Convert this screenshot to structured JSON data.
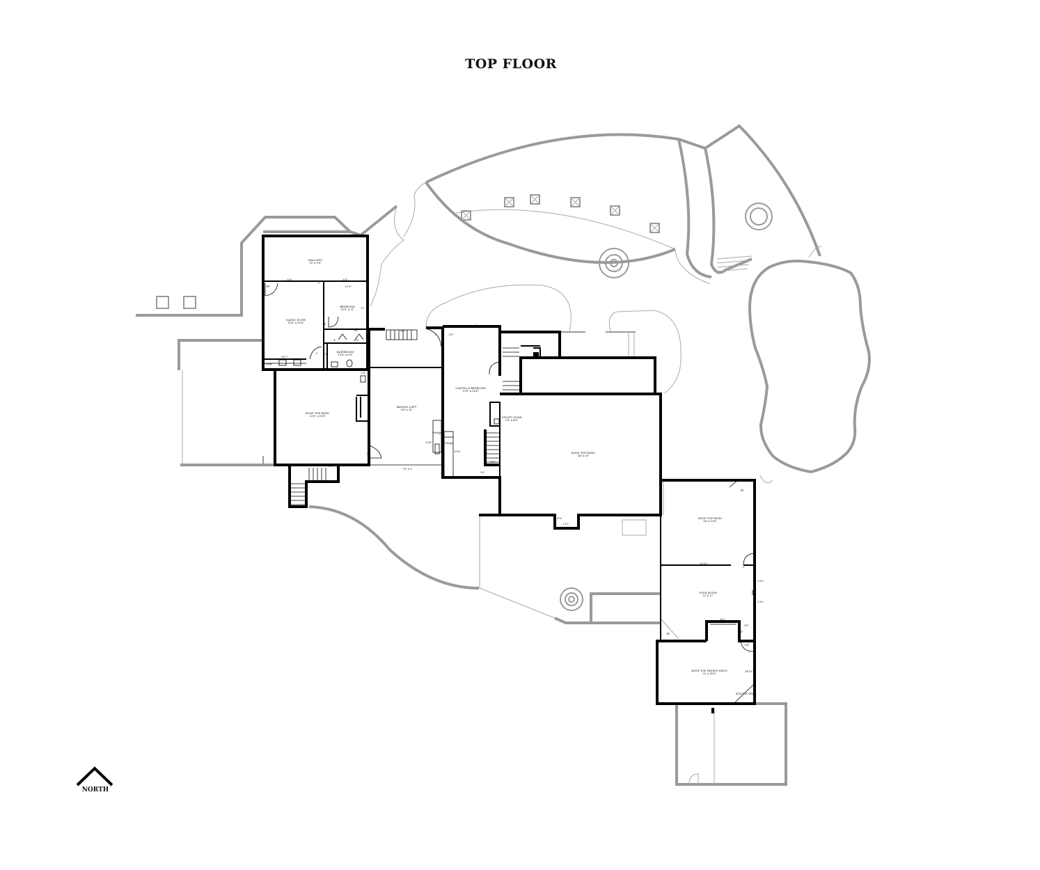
{
  "title": "TOP FLOOR",
  "north_label": "NORTH",
  "colors": {
    "walls": "#000000",
    "exterior_outline": "#9a9a9a",
    "background": "#ffffff"
  },
  "rooms": {
    "balcony": {
      "name": "BALCONY",
      "dims": "25' x 9'8\""
    },
    "bedroom": {
      "name": "BEDROOM",
      "dims": "10'9\" x 11'"
    },
    "manic_suite": {
      "name": "MANIC SUITE",
      "dims": "18'6\" x 16'8\""
    },
    "bathroom": {
      "name": "BATHROOM",
      "dims": "10'6\" x 6'8\""
    },
    "roof_top_patio_west": {
      "name": "ROOF TOP PATIO",
      "dims": "23'6\" x 18'8\""
    },
    "bagnio_loft": {
      "name": "BAGNIO LOFT",
      "dims": "9'8\" x 18'"
    },
    "castillo_bedroom": {
      "name": "CASTILLO BEDROOM",
      "dims": "13'8\" x 24'6\""
    },
    "utility_zone": {
      "name": "UTILITY ZONE",
      "dims": "2'6\" x 4'8\""
    },
    "roof_top_patio_center": {
      "name": "ROOF TOP PATIO",
      "dims": "44' x 28'"
    },
    "roof_top_patio_east": {
      "name": "ROOF TOP PATIO",
      "dims": "16' x 20'6\""
    },
    "yoga_room": {
      "name": "YOGA ROOM",
      "dims": "22' x 17'"
    },
    "roof_top_dining_patio": {
      "name": "ROOF TOP DINING PATIO",
      "dims": "22' x 14'8\""
    }
  },
  "labels": {
    "fridge": "Fridge",
    "fp": "FP",
    "built_in_grill": "BUILT-IN GRILL"
  },
  "dimensions": {
    "balcony_a": "8'8\"",
    "balcony_b": "8'8\"",
    "balcony_c": "3'",
    "bedroom_w": "10'9\"",
    "bedroom_h": "11'",
    "suite_w": "16'7\"",
    "suite_d": "4'",
    "bath_a": "4'",
    "bath_b": "3'6\"",
    "bath_c": "3'4\"",
    "bath_d": "8'6\"",
    "patio_w_a": "3'",
    "patio_w_b": "3'",
    "stair_a": "6'5\"",
    "stair_b": "3'",
    "loft_door": "3'",
    "loft_b": "2'8\"",
    "loft_c": "7'8\" x 2'",
    "castillo_a": "6'7\"",
    "castillo_b": "3'",
    "castillo_c": "2'6\"",
    "castillo_d": "3'",
    "castillo_e": "3'6\"",
    "castillo_f": "2'6\"",
    "kitchen_a": "13'6\"",
    "kitchen_b": "10'6\"",
    "center_a": "4'6\"",
    "center_b": "2'11\"",
    "east_wall": "15'10\"",
    "east_door": "3'",
    "yoga_a": "3'10\"",
    "yoga_b": "3'10\"",
    "yoga_stair": "6'5\"",
    "yoga_c": "3'4\"",
    "yoga_d": "3'4\"",
    "dining_a": "2'4\"",
    "dining_b": "14'10\""
  }
}
